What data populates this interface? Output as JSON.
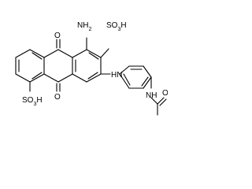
{
  "molecule": {
    "labels": {
      "amine": "NH",
      "amine_sub": "2",
      "carbonyl_top": "O",
      "carbonyl_bottom": "O",
      "sulfo_top": "SO",
      "sulfo_top_sub": "3",
      "sulfo_top_h": "H",
      "sulfo_bottom": "SO",
      "sulfo_bottom_sub": "3",
      "sulfo_bottom_h": "H",
      "aryl_amine": "HN",
      "acetamide": "NH",
      "acetamide_o": "O"
    }
  }
}
